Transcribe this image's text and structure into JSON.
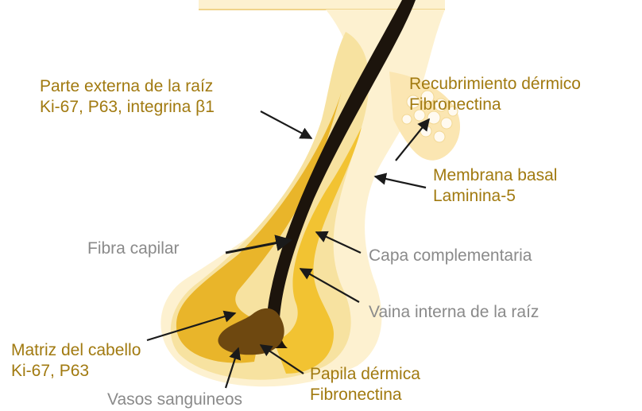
{
  "colors": {
    "skin": "#fdf1d0",
    "sheath_light": "#f7e2a0",
    "outer_root": "#e9b52a",
    "inner_root": "#f2c332",
    "hair_fiber": "#1c140c",
    "papilla": "#6e4810",
    "label_gold": "#a17a10",
    "label_grey": "#8a8a8a",
    "arrow": "#1a1a1a"
  },
  "labels": {
    "outer_root_sheath": {
      "line1": "Parte externa de la raíz",
      "line2": "Ki-67, P63, integrina β1"
    },
    "dermal_sheath": {
      "line1": "Recubrimiento dérmico",
      "line2": "Fibronectina"
    },
    "basement_membrane": {
      "line1": "Membrana basal",
      "line2": "Laminina-5"
    },
    "hair_fiber": "Fibra capilar",
    "companion_layer": "Capa complementaria",
    "inner_root_sheath": "Vaina interna de la raíz",
    "hair_matrix": {
      "line1": "Matriz del cabello",
      "line2": "Ki-67, P63"
    },
    "dermal_papilla": {
      "line1": "Papila dérmica",
      "line2": "Fibronectina"
    },
    "blood_vessels": "Vasos sanguineos"
  }
}
